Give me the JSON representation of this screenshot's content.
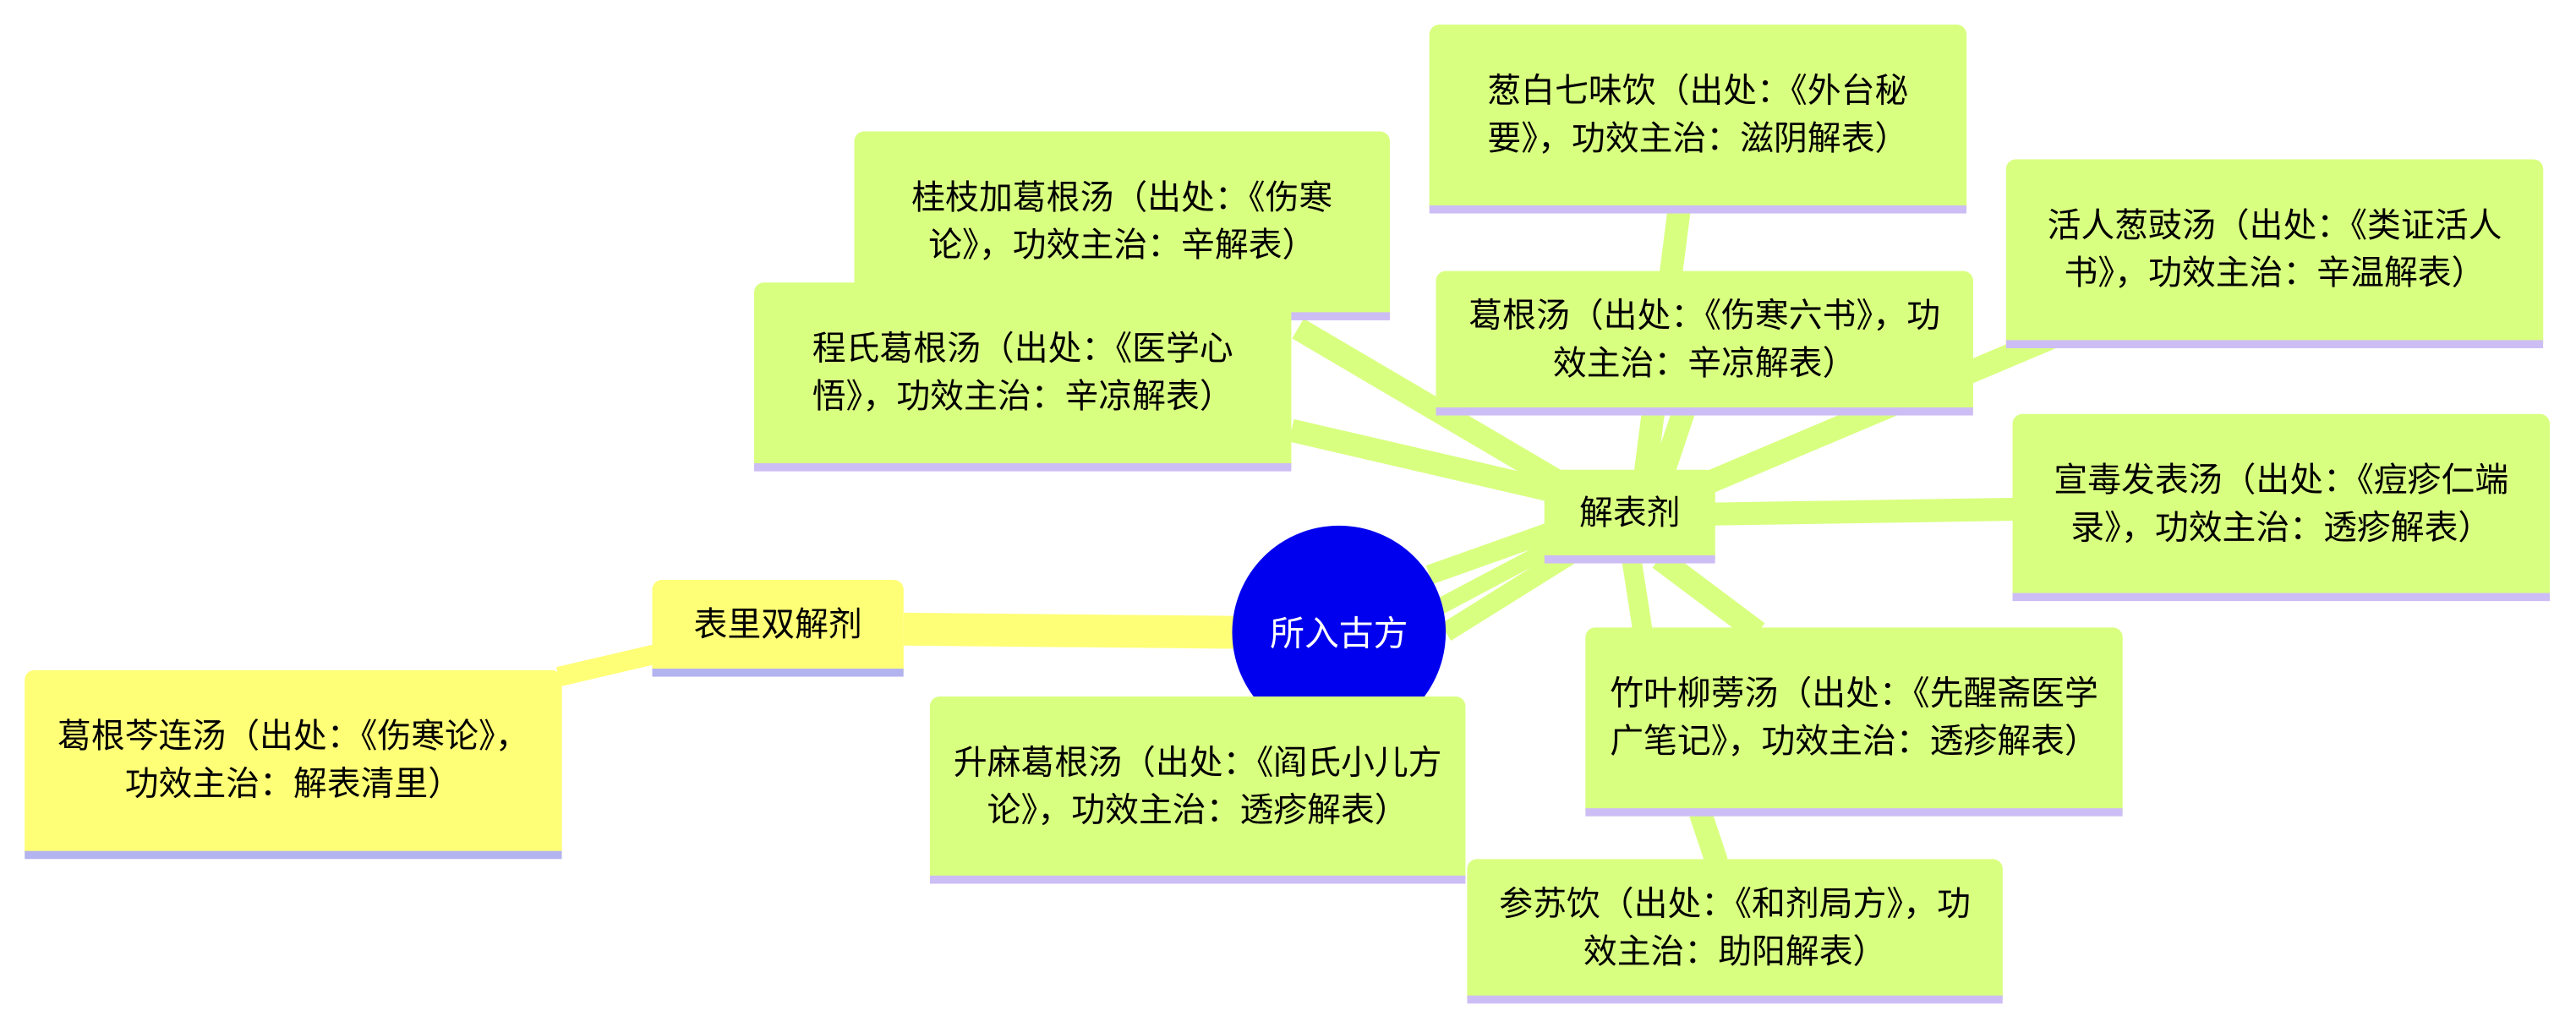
{
  "root": {
    "label": "所入古方",
    "color": "#0000ee"
  },
  "branches": [
    {
      "label": "解表剂",
      "color": "#d9ff80",
      "children": [
        {
          "label": "葱白七味饮（出处：《外台秘要》，功效主治：滋阴解表）"
        },
        {
          "label": "桂枝加葛根汤（出处：《伤寒论》，功效主治：辛解表）"
        },
        {
          "label": "程氏葛根汤（出处：《医学心悟》，功效主治：辛凉解表）"
        },
        {
          "label": "葛根汤（出处：《伤寒六书》，功效主治：辛凉解表）"
        },
        {
          "label": "活人葱豉汤（出处：《类证活人书》，功效主治：辛温解表）"
        },
        {
          "label": "宣毒发表汤（出处：《痘疹仁端录》，功效主治：透疹解表）"
        },
        {
          "label": "竹叶柳蒡汤（出处：《先醒斋医学广笔记》，功效主治：透疹解表）"
        },
        {
          "label": "升麻葛根汤（出处：《阎氏小儿方论》，功效主治：透疹解表）"
        },
        {
          "label": "参苏饮（出处：《和剂局方》，功效主治：助阳解表）"
        }
      ]
    },
    {
      "label": "表里双解剂",
      "color": "#ffff77",
      "children": [
        {
          "label": "葛根芩连汤（出处：《伤寒论》，功效主治：解表清里）"
        }
      ]
    }
  ]
}
